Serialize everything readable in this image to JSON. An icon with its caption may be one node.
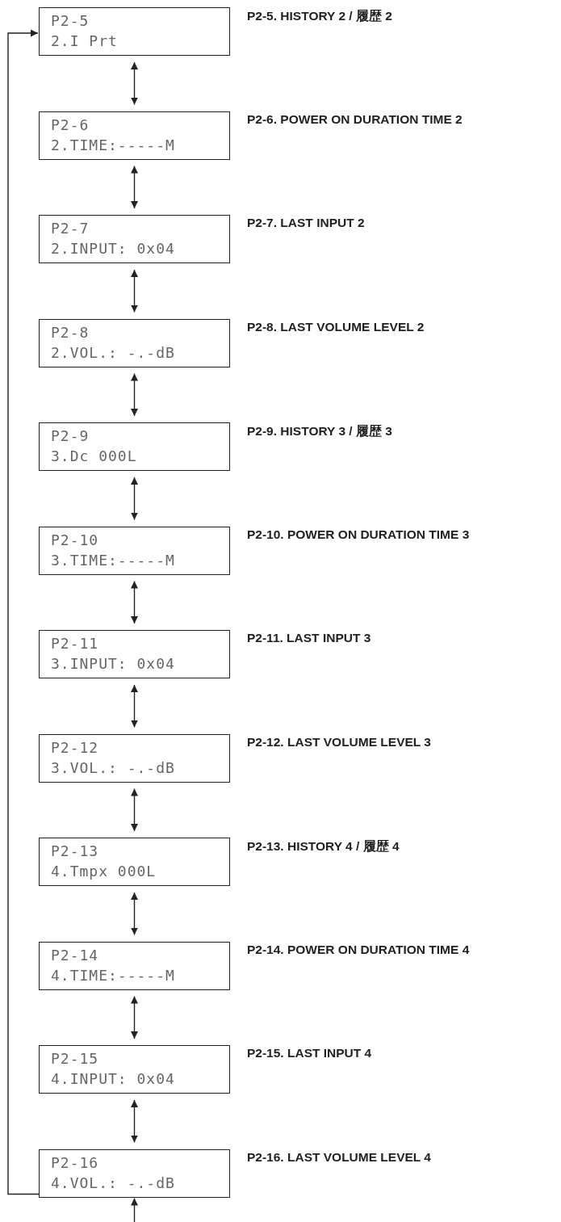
{
  "diagram": {
    "nodes": [
      {
        "text": [
          "P2-5",
          "2.I Prt"
        ],
        "beside": [
          "P2-5. HISTORY 2 / 履歴 2"
        ]
      },
      {
        "text": [
          "P2-6",
          "2.TIME:-----M"
        ],
        "beside": [
          "P2-6. POWER ON DURATION TIME 2"
        ]
      },
      {
        "text": [
          "P2-7",
          "2.INPUT: 0x04"
        ],
        "beside": [
          "P2-7. LAST INPUT 2"
        ]
      },
      {
        "text": [
          "P2-8",
          "2.VOL.: -.-dB"
        ],
        "beside": [
          "P2-8. LAST VOLUME LEVEL 2"
        ]
      },
      {
        "text": [
          "P2-9",
          "3.Dc 000L"
        ],
        "beside": [
          "P2-9. HISTORY 3 / 履歴 3"
        ]
      },
      {
        "text": [
          "P2-10",
          "3.TIME:-----M"
        ],
        "beside": [
          "P2-10. POWER ON DURATION TIME 3"
        ]
      },
      {
        "text": [
          "P2-11",
          "3.INPUT: 0x04"
        ],
        "beside": [
          "P2-11. LAST INPUT 3"
        ]
      },
      {
        "text": [
          "P2-12",
          "3.VOL.: -.-dB"
        ],
        "beside": [
          "P2-12. LAST VOLUME LEVEL 3"
        ]
      },
      {
        "text": [
          "P2-13",
          "4.Tmpx 000L"
        ],
        "beside": [
          "P2-13. HISTORY 4 / 履歴 4"
        ]
      },
      {
        "text": [
          "P2-14",
          "4.TIME:-----M"
        ],
        "beside": [
          "P2-14. POWER ON DURATION TIME 4"
        ]
      },
      {
        "text": [
          "P2-15",
          "4.INPUT: 0x04"
        ],
        "beside": [
          "P2-15. LAST INPUT 4"
        ]
      },
      {
        "text": [
          "P2-16",
          "4.VOL.: -.-dB"
        ],
        "beside": [
          "P2-16. LAST VOLUME LEVEL 4"
        ]
      }
    ],
    "edges": [
      {
        "from": 0,
        "to": 1,
        "arrow": "both"
      },
      {
        "from": 1,
        "to": 2,
        "arrow": "both"
      },
      {
        "from": 2,
        "to": 3,
        "arrow": "both"
      },
      {
        "from": 3,
        "to": 4,
        "arrow": "both"
      },
      {
        "from": 4,
        "to": 5,
        "arrow": "both"
      },
      {
        "from": 5,
        "to": 6,
        "arrow": "both"
      },
      {
        "from": 6,
        "to": 7,
        "arrow": "both"
      },
      {
        "from": 7,
        "to": 8,
        "arrow": "both"
      },
      {
        "from": 8,
        "to": 9,
        "arrow": "both"
      },
      {
        "from": 9,
        "to": 10,
        "arrow": "both"
      },
      {
        "from": 10,
        "to": 11,
        "arrow": "both"
      },
      {
        "from": 11,
        "to": 0,
        "arrow": "to"
      },
      {
        "from": null,
        "to": 11,
        "arrow": "to"
      }
    ]
  }
}
